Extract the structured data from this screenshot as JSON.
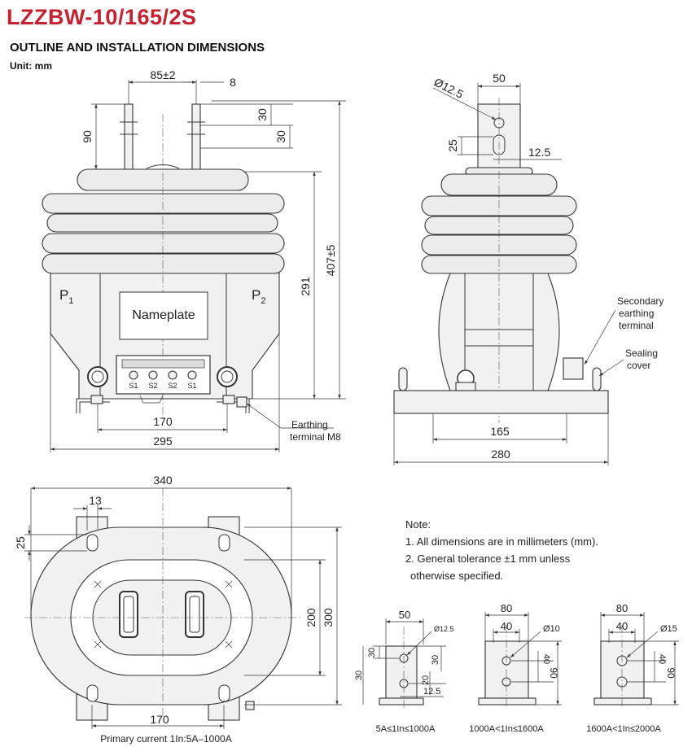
{
  "header": {
    "title": "LZZBW-10/165/2S",
    "subtitle": "OUTLINE AND INSTALLATION DIMENSIONS",
    "unit": "Unit: mm"
  },
  "front_view": {
    "dim_top": "85±2",
    "dim_thick": "8",
    "dim_90": "90",
    "dim_30a": "30",
    "dim_30b": "30",
    "dim_291": "291",
    "dim_407": "407±5",
    "dim_170": "170",
    "dim_295": "295",
    "p1": "P",
    "p1_sub": "1",
    "p2": "P",
    "p2_sub": "2",
    "nameplate": "Nameplate",
    "terminals": [
      "S1",
      "S2",
      "S2",
      "S1"
    ],
    "earthing": [
      "Earthing",
      "terminal M8"
    ]
  },
  "side_view": {
    "dim_50": "50",
    "dim_hole": "Ø12.5",
    "dim_25": "25",
    "dim_125": "12.5",
    "dim_165": "165",
    "dim_280": "280",
    "secondary": [
      "Secondary",
      "earthing",
      "terminal"
    ],
    "sealing": [
      "Sealing",
      "cover"
    ]
  },
  "bottom_view": {
    "dim_340": "340",
    "dim_13": "13",
    "dim_25": "25",
    "dim_200": "200",
    "dim_300": "300",
    "dim_170": "170",
    "caption": "Primary current 1In:5A–1000A"
  },
  "note": {
    "heading": "Note:",
    "line1": "1. All dimensions are in millimeters (mm).",
    "line2": "2. General tolerance ±1 mm unless",
    "line3": "otherwise specified."
  },
  "details": [
    {
      "w": "50",
      "hole": "Ø12.5",
      "v30a": "30",
      "v30b": "30",
      "v30c": "30",
      "v20": "20",
      "v125": "12.5",
      "caption": "5A≤1In≤1000A"
    },
    {
      "w": "80",
      "inner": "40",
      "hole": "Ø10",
      "v40": "40",
      "v90": "90",
      "caption": "1000A<1In≤1600A"
    },
    {
      "w": "80",
      "inner": "40",
      "hole": "Ø15",
      "v40": "40",
      "v90": "90",
      "caption": "1600A<1In≤2000A"
    }
  ]
}
